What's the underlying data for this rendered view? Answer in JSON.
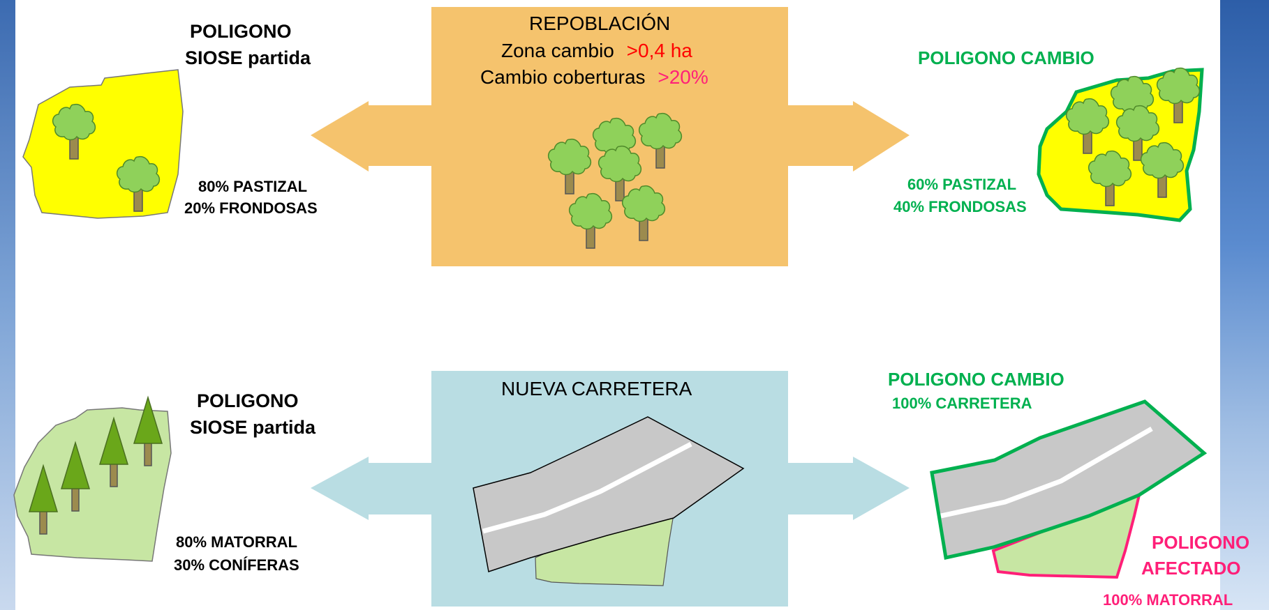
{
  "colors": {
    "orange_box": "#f5c36d",
    "blue_box": "#b9dde3",
    "yellow_fill": "#ffff00",
    "green_border": "#00b04f",
    "pink_border": "#ff1f78",
    "red_text": "#ff0000",
    "pink_text": "#ff1f78",
    "green_text": "#00b04f",
    "light_green_fill": "#c7e6a3",
    "road_gray": "#c8c8c8",
    "tree_leaf": "#8fd15a",
    "tree_trunk": "#9c8b4e",
    "conifer": "#6aa71a"
  },
  "top_row": {
    "left": {
      "title_line1": "POLIGONO",
      "title_line2": "SIOSE partida",
      "cover_line1": "80% PASTIZAL",
      "cover_line2": "20% FRONDOSAS"
    },
    "center": {
      "title": "REPOBLACIÓN",
      "line2_label": "Zona cambio",
      "line2_value": ">0,4 ha",
      "line3_label": "Cambio coberturas",
      "line3_value": ">20%"
    },
    "right": {
      "title": "POLIGONO CAMBIO",
      "cover_line1": "60% PASTIZAL",
      "cover_line2": "40% FRONDOSAS"
    }
  },
  "bottom_row": {
    "left": {
      "title_line1": "POLIGONO",
      "title_line2": "SIOSE partida",
      "cover_line1": "80% MATORRAL",
      "cover_line2": "30% CONÍFERAS"
    },
    "center": {
      "title": "NUEVA CARRETERA"
    },
    "right": {
      "title": "POLIGONO CAMBIO",
      "cover_line1": "100% CARRETERA",
      "affected_line1": "POLIGONO",
      "affected_line2": "AFECTADO",
      "affected_line3": "100% MATORRAL"
    }
  }
}
